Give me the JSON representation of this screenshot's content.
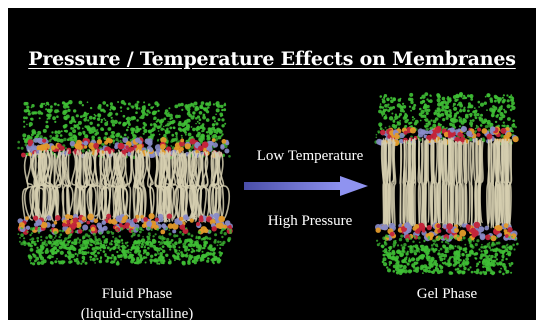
{
  "slide": {
    "title": "Pressure / Temperature  Effects on Membranes",
    "arrow_label_top": "Low Temperature",
    "arrow_label_bottom": "High Pressure",
    "left_phase": {
      "name": "Fluid Phase",
      "subtitle": "(liquid-crystalline)"
    },
    "right_phase": {
      "name": "Gel Phase"
    }
  },
  "colors": {
    "background": "#000000",
    "text": "#ffffff",
    "arrow": "#7a7ee0",
    "lipid_tails": "#d6cfb0",
    "headgroup_orange": "#e39a2a",
    "headgroup_red": "#c4243a",
    "headgroup_blue": "#8a8cc8",
    "water": "#3fbf35"
  }
}
